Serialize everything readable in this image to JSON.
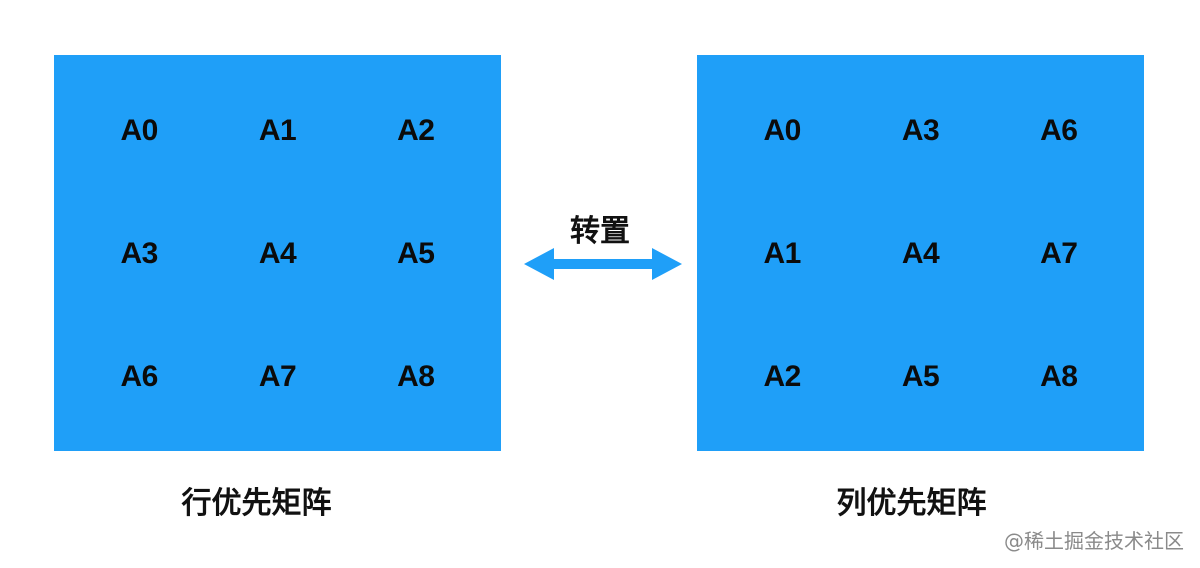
{
  "left_matrix": {
    "cells": [
      "A0",
      "A1",
      "A2",
      "A3",
      "A4",
      "A5",
      "A6",
      "A7",
      "A8"
    ],
    "caption": "行优先矩阵"
  },
  "right_matrix": {
    "cells": [
      "A0",
      "A3",
      "A6",
      "A1",
      "A4",
      "A7",
      "A2",
      "A5",
      "A8"
    ],
    "caption": "列优先矩阵"
  },
  "transpose": {
    "label": "转置"
  },
  "watermark": "@稀土掘金技术社区",
  "colors": {
    "panel": "#1f9ff8",
    "arrow": "#1f9ff8",
    "text": "#111111"
  },
  "icons": {
    "arrow": "double-headed-arrow-icon"
  }
}
